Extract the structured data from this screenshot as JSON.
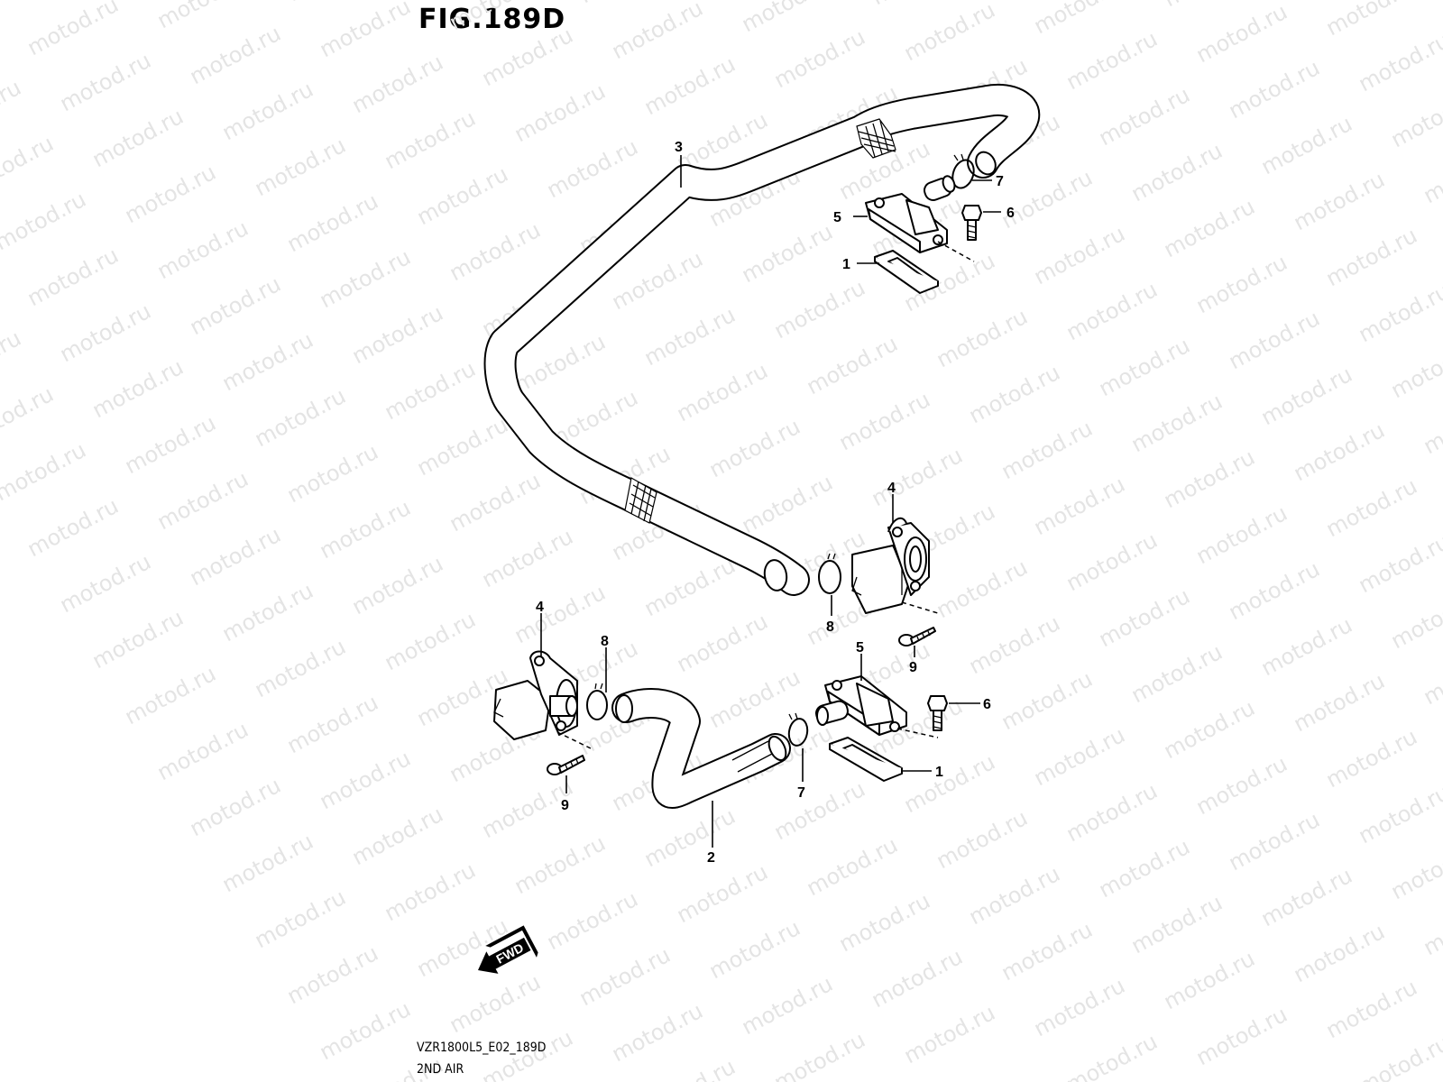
{
  "figure": {
    "title": "FIG.189D",
    "model_code": "VZR1800L5_E02_189D",
    "section_name": "2ND AIR"
  },
  "watermark": {
    "text": "motod.ru",
    "color": "#e4e4e4"
  },
  "direction_arrow": {
    "label": "FWD"
  },
  "callouts": [
    {
      "id": "c3-top",
      "label": "3"
    },
    {
      "id": "c7-top",
      "label": "7"
    },
    {
      "id": "c5-top",
      "label": "5"
    },
    {
      "id": "c6-top",
      "label": "6"
    },
    {
      "id": "c1-top",
      "label": "1"
    },
    {
      "id": "c4-right",
      "label": "4"
    },
    {
      "id": "c8-right",
      "label": "8"
    },
    {
      "id": "c9-right",
      "label": "9"
    },
    {
      "id": "c4-left",
      "label": "4"
    },
    {
      "id": "c8-left",
      "label": "8"
    },
    {
      "id": "c5-bottom",
      "label": "5"
    },
    {
      "id": "c6-bottom",
      "label": "6"
    },
    {
      "id": "c7-bottom",
      "label": "7"
    },
    {
      "id": "c1-bottom",
      "label": "1"
    },
    {
      "id": "c9-left",
      "label": "9"
    },
    {
      "id": "c2",
      "label": "2"
    }
  ]
}
